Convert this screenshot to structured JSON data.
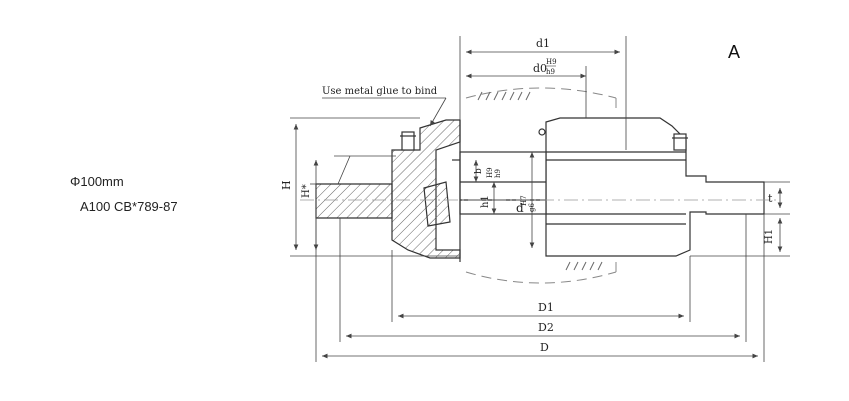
{
  "labels": {
    "corner_letter": "A",
    "diameter": "Φ100mm",
    "standard": "A100 CB*789-87",
    "callout": "Use metal glue to bind"
  },
  "dimensions": {
    "d1": "d1",
    "d0": "d0",
    "d0_fit_top": "H9",
    "d0_fit_bottom": "h9",
    "D1": "D1",
    "D2": "D2",
    "D": "D",
    "H": "H",
    "H_star": "H*",
    "H1": "H1",
    "t": "t",
    "h1": "h1",
    "b": "b",
    "h1_fit_top": "H9",
    "h1_fit_bottom": "h9",
    "d": "d",
    "d_fit_top": "H7",
    "d_fit_bottom": "g6"
  },
  "colors": {
    "line": "#333333",
    "hatch": "#555555",
    "dim": "#444444"
  }
}
